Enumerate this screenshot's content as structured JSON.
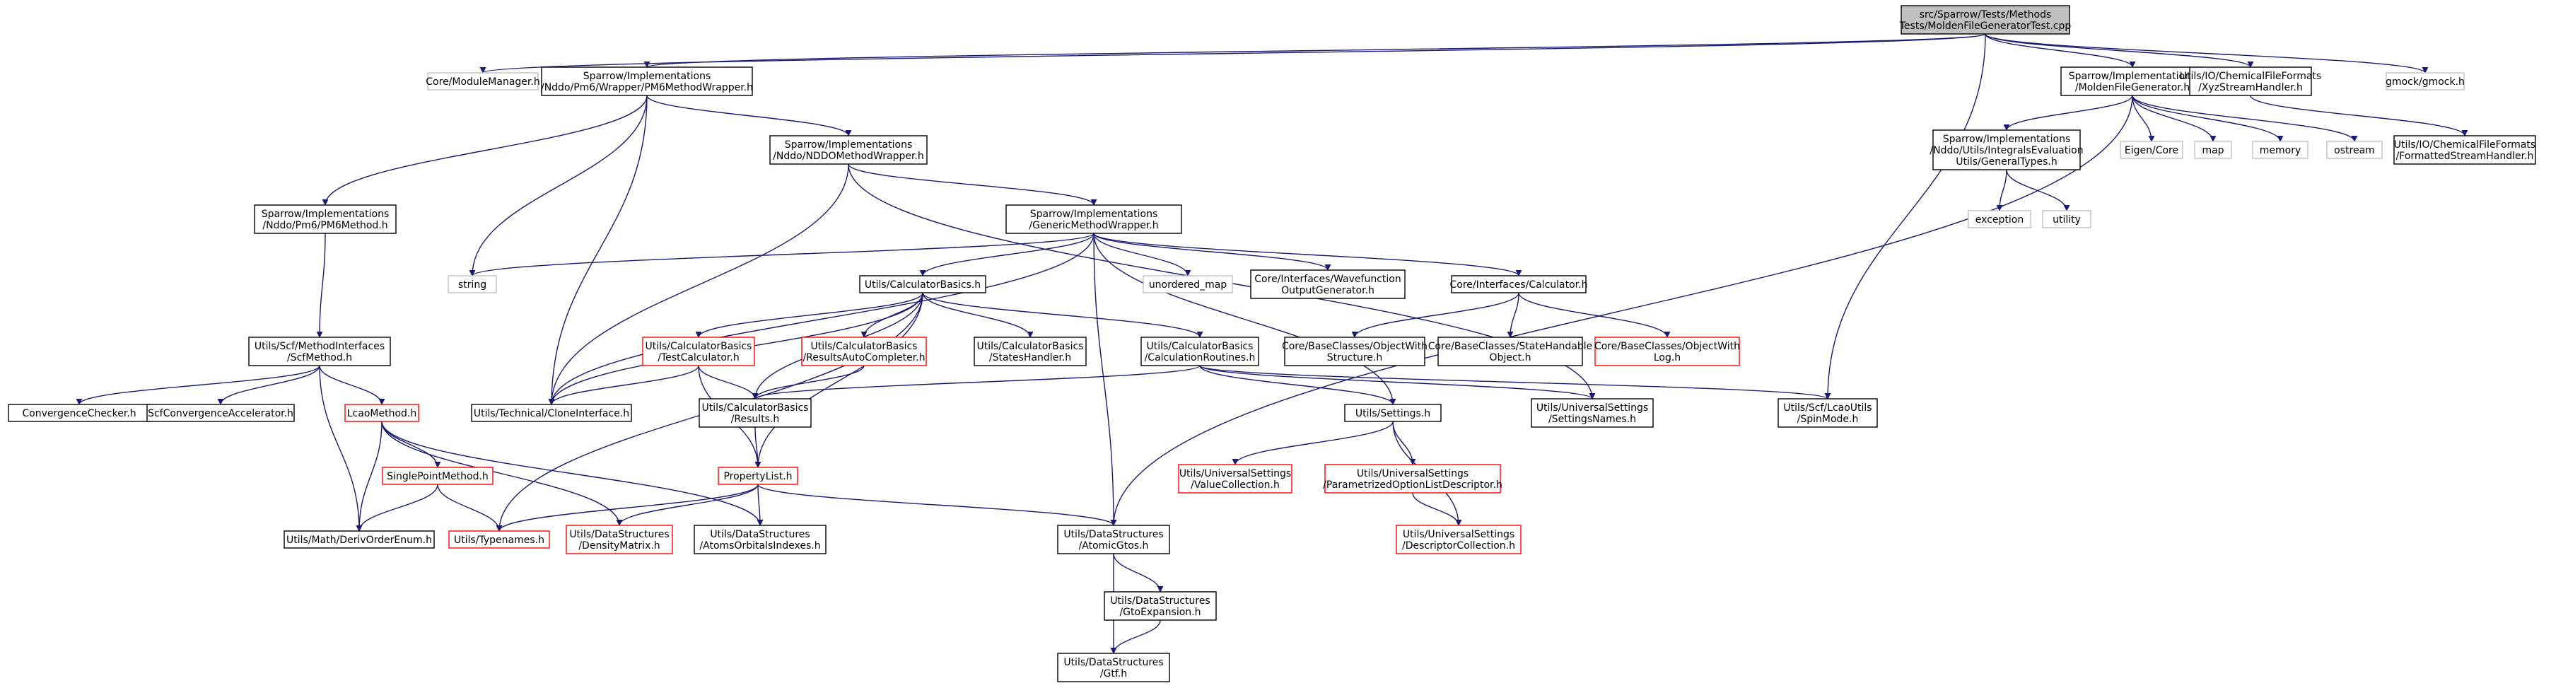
{
  "colors": {
    "edge": "#191970",
    "border_normal": "#000000",
    "border_missing": "#bfbfbf",
    "border_red": "#ff0000",
    "root_fill": "#bfbfbf",
    "fill": "#ffffff"
  },
  "nodes": [
    {
      "id": "root",
      "lines": [
        "src/Sparrow/Tests/Methods",
        "Tests/MoldenFileGeneratorTest.cpp"
      ],
      "style": "root"
    },
    {
      "id": "modulemanager",
      "lines": [
        "Core/ModuleManager.h"
      ],
      "style": "missing"
    },
    {
      "id": "pm6wrapper",
      "lines": [
        "Sparrow/Implementations",
        "/Nddo/Pm6/Wrapper/PM6MethodWrapper.h"
      ],
      "style": "normal"
    },
    {
      "id": "moldengen",
      "lines": [
        "Sparrow/Implementations",
        "/MoldenFileGenerator.h"
      ],
      "style": "normal"
    },
    {
      "id": "xyzstream",
      "lines": [
        "Utils/IO/ChemicalFileFormats",
        "/XyzStreamHandler.h"
      ],
      "style": "normal"
    },
    {
      "id": "gmock",
      "lines": [
        "gmock/gmock.h"
      ],
      "style": "missing"
    },
    {
      "id": "nddowrapper",
      "lines": [
        "Sparrow/Implementations",
        "/Nddo/NDDOMethodWrapper.h"
      ],
      "style": "normal"
    },
    {
      "id": "integralsgeneral",
      "lines": [
        "Sparrow/Implementations",
        "/Nddo/Utils/IntegralsEvaluation",
        "Utils/GeneralTypes.h"
      ],
      "style": "normal"
    },
    {
      "id": "eigencore",
      "lines": [
        "Eigen/Core"
      ],
      "style": "missing"
    },
    {
      "id": "map",
      "lines": [
        "map"
      ],
      "style": "missing"
    },
    {
      "id": "memory",
      "lines": [
        "memory"
      ],
      "style": "missing"
    },
    {
      "id": "ostream",
      "lines": [
        "ostream"
      ],
      "style": "missing"
    },
    {
      "id": "formattedstream",
      "lines": [
        "Utils/IO/ChemicalFileFormats",
        "/FormattedStreamHandler.h"
      ],
      "style": "normal"
    },
    {
      "id": "pm6method",
      "lines": [
        "Sparrow/Implementations",
        "/Nddo/Pm6/PM6Method.h"
      ],
      "style": "normal"
    },
    {
      "id": "genericwrapper",
      "lines": [
        "Sparrow/Implementations",
        "/GenericMethodWrapper.h"
      ],
      "style": "normal"
    },
    {
      "id": "exception",
      "lines": [
        "exception"
      ],
      "style": "missing"
    },
    {
      "id": "utility",
      "lines": [
        "utility"
      ],
      "style": "missing"
    },
    {
      "id": "string",
      "lines": [
        "string"
      ],
      "style": "missing"
    },
    {
      "id": "calcbasics",
      "lines": [
        "Utils/CalculatorBasics.h"
      ],
      "style": "normal"
    },
    {
      "id": "unorderedmap",
      "lines": [
        "unordered_map"
      ],
      "style": "missing"
    },
    {
      "id": "wfoutput",
      "lines": [
        "Core/Interfaces/Wavefunction",
        "OutputGenerator.h"
      ],
      "style": "normal"
    },
    {
      "id": "calculator",
      "lines": [
        "Core/Interfaces/Calculator.h"
      ],
      "style": "normal"
    },
    {
      "id": "scfmethod",
      "lines": [
        "Utils/Scf/MethodInterfaces",
        "/ScfMethod.h"
      ],
      "style": "normal"
    },
    {
      "id": "testcalc",
      "lines": [
        "Utils/CalculatorBasics",
        "/TestCalculator.h"
      ],
      "style": "red"
    },
    {
      "id": "resultsauto",
      "lines": [
        "Utils/CalculatorBasics",
        "/ResultsAutoCompleter.h"
      ],
      "style": "red"
    },
    {
      "id": "stateshandler",
      "lines": [
        "Utils/CalculatorBasics",
        "/StatesHandler.h"
      ],
      "style": "normal"
    },
    {
      "id": "calcroutines",
      "lines": [
        "Utils/CalculatorBasics",
        "/CalculationRoutines.h"
      ],
      "style": "normal"
    },
    {
      "id": "objwithstructure",
      "lines": [
        "Core/BaseClasses/ObjectWith",
        "Structure.h"
      ],
      "style": "normal"
    },
    {
      "id": "statehandable",
      "lines": [
        "Core/BaseClasses/StateHandable",
        "Object.h"
      ],
      "style": "normal"
    },
    {
      "id": "objwithlog",
      "lines": [
        "Core/BaseClasses/ObjectWith",
        "Log.h"
      ],
      "style": "red"
    },
    {
      "id": "convchecker",
      "lines": [
        "ConvergenceChecker.h"
      ],
      "style": "normal"
    },
    {
      "id": "scfaccel",
      "lines": [
        "ScfConvergenceAccelerator.h"
      ],
      "style": "normal"
    },
    {
      "id": "lcaomethod",
      "lines": [
        "LcaoMethod.h"
      ],
      "style": "red"
    },
    {
      "id": "cloneinterface",
      "lines": [
        "Utils/Technical/CloneInterface.h"
      ],
      "style": "normal"
    },
    {
      "id": "results",
      "lines": [
        "Utils/CalculatorBasics",
        "/Results.h"
      ],
      "style": "normal"
    },
    {
      "id": "settings",
      "lines": [
        "Utils/Settings.h"
      ],
      "style": "normal"
    },
    {
      "id": "settingsnames",
      "lines": [
        "Utils/UniversalSettings",
        "/SettingsNames.h"
      ],
      "style": "normal"
    },
    {
      "id": "spinmode",
      "lines": [
        "Utils/Scf/LcaoUtils",
        "/SpinMode.h"
      ],
      "style": "normal"
    },
    {
      "id": "singlepoint",
      "lines": [
        "SinglePointMethod.h"
      ],
      "style": "red"
    },
    {
      "id": "propertylist",
      "lines": [
        "PropertyList.h"
      ],
      "style": "red"
    },
    {
      "id": "valuecollection",
      "lines": [
        "Utils/UniversalSettings",
        "/ValueCollection.h"
      ],
      "style": "red"
    },
    {
      "id": "paramoption",
      "lines": [
        "Utils/UniversalSettings",
        "/ParametrizedOptionListDescriptor.h"
      ],
      "style": "red"
    },
    {
      "id": "derivorder",
      "lines": [
        "Utils/Math/DerivOrderEnum.h"
      ],
      "style": "normal"
    },
    {
      "id": "typenames",
      "lines": [
        "Utils/Typenames.h"
      ],
      "style": "red"
    },
    {
      "id": "densitymatrix",
      "lines": [
        "Utils/DataStructures",
        "/DensityMatrix.h"
      ],
      "style": "red"
    },
    {
      "id": "atomsorbitals",
      "lines": [
        "Utils/DataStructures",
        "/AtomsOrbitalsIndexes.h"
      ],
      "style": "normal"
    },
    {
      "id": "atomicgtos",
      "lines": [
        "Utils/DataStructures",
        "/AtomicGtos.h"
      ],
      "style": "normal"
    },
    {
      "id": "descriptorcoll",
      "lines": [
        "Utils/UniversalSettings",
        "/DescriptorCollection.h"
      ],
      "style": "red"
    },
    {
      "id": "gtoexpansion",
      "lines": [
        "Utils/DataStructures",
        "/GtoExpansion.h"
      ],
      "style": "normal"
    },
    {
      "id": "gtf",
      "lines": [
        "Utils/DataStructures",
        "/Gtf.h"
      ],
      "style": "normal"
    }
  ]
}
